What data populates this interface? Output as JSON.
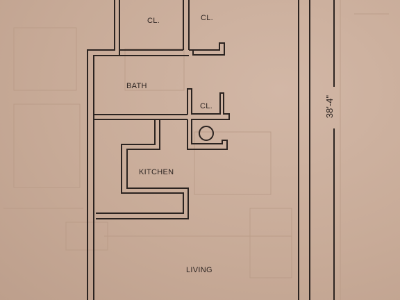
{
  "rooms": {
    "closet_a": "CL.",
    "closet_b": "CL.",
    "bath": "BATH",
    "closet_c": "CL.",
    "kitchen": "KITCHEN",
    "living": "LIVING"
  },
  "dimension": {
    "height": "38'-4\""
  },
  "colors": {
    "paper": "#c8ab98",
    "ink": "#2b2320",
    "ghost": "#b89a86"
  }
}
